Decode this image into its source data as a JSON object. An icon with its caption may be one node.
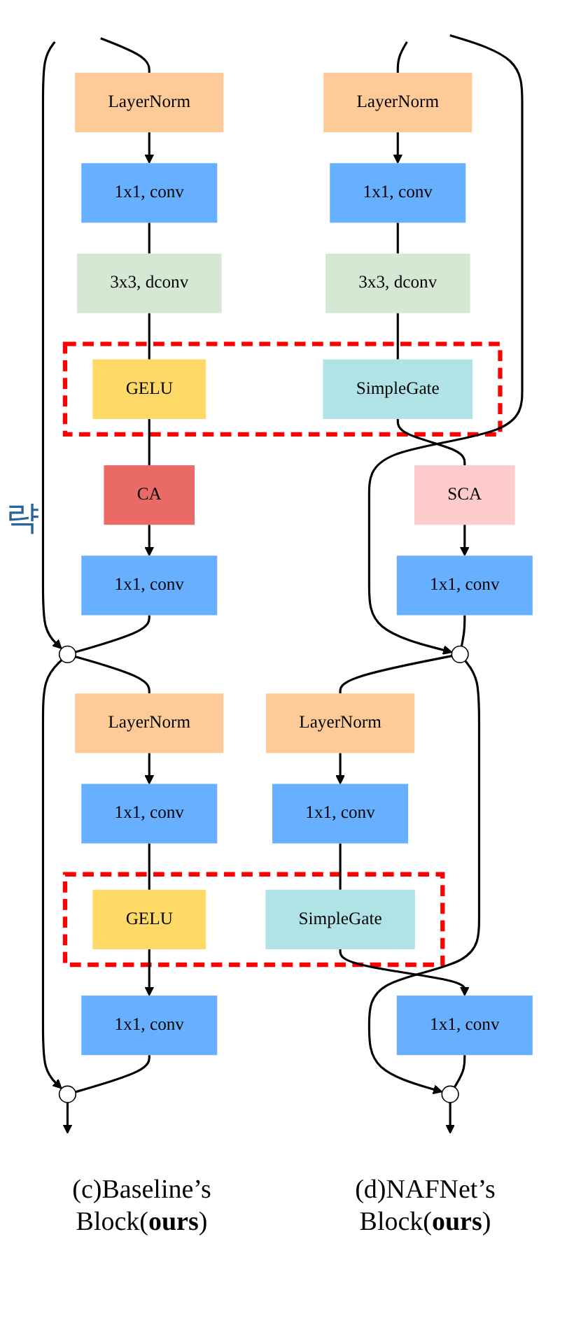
{
  "diagram": {
    "nodes": [
      {
        "text": [
          "LayerNorm"
        ]
      },
      {
        "text": [
          "LayerNorm"
        ]
      },
      {
        "text": [
          "1x1, conv"
        ]
      },
      {
        "text": [
          "1x1, conv"
        ]
      },
      {
        "text": [
          "3x3, dconv"
        ]
      },
      {
        "text": [
          "3x3, dconv"
        ]
      },
      {
        "text": [],
        "shape": "box"
      },
      {
        "text": [
          "GELU"
        ],
        "in": 6
      },
      {
        "text": [
          "SimpleGate"
        ],
        "in": 6
      },
      {
        "text": [
          "CA"
        ]
      },
      {
        "text": [
          "SCA"
        ]
      },
      {
        "text": [
          "1x1, conv"
        ]
      },
      {
        "text": [
          "1x1, conv"
        ]
      },
      {
        "text": [],
        "shape": "circle"
      },
      {
        "text": [],
        "shape": "circle"
      },
      {
        "text": [
          "LayerNorm"
        ]
      },
      {
        "text": [
          "LayerNorm"
        ]
      },
      {
        "text": [
          "1x1, conv"
        ]
      },
      {
        "text": [
          "1x1, conv"
        ]
      },
      {
        "text": [],
        "shape": "box"
      },
      {
        "text": [
          "GELU"
        ],
        "in": 19
      },
      {
        "text": [
          "SimpleGate"
        ],
        "in": 19
      },
      {
        "text": [
          "1x1, conv"
        ]
      },
      {
        "text": [
          "1x1, conv"
        ]
      },
      {
        "text": [],
        "shape": "circle"
      },
      {
        "text": [],
        "shape": "circle"
      }
    ],
    "edges": [
      {
        "from": null,
        "to": 0,
        "arrow": "none"
      },
      {
        "from": null,
        "to": 13,
        "arrow": "to"
      },
      {
        "from": 0,
        "to": 2,
        "arrow": "to"
      },
      {
        "from": 2,
        "to": 4,
        "arrow": "none"
      },
      {
        "from": 4,
        "to": 7,
        "arrow": "none"
      },
      {
        "from": 7,
        "to": 9,
        "arrow": "none"
      },
      {
        "from": 9,
        "to": 11,
        "arrow": "to"
      },
      {
        "from": 11,
        "to": 13,
        "arrow": "none"
      },
      {
        "from": null,
        "to": 1,
        "arrow": "none"
      },
      {
        "from": null,
        "to": 14,
        "arrow": "to"
      },
      {
        "from": 1,
        "to": 3,
        "arrow": "to"
      },
      {
        "from": 3,
        "to": 5,
        "arrow": "none"
      },
      {
        "from": 5,
        "to": 8,
        "arrow": "none"
      },
      {
        "from": 8,
        "to": 10,
        "arrow": "none"
      },
      {
        "from": 10,
        "to": 12,
        "arrow": "to"
      },
      {
        "from": 12,
        "to": 14,
        "arrow": "none"
      },
      {
        "from": 13,
        "to": 15,
        "arrow": "none"
      },
      {
        "from": 13,
        "to": 24,
        "arrow": "to"
      },
      {
        "from": 15,
        "to": 17,
        "arrow": "to"
      },
      {
        "from": 17,
        "to": 20,
        "arrow": "none"
      },
      {
        "from": 20,
        "to": 22,
        "arrow": "to"
      },
      {
        "from": 22,
        "to": 24,
        "arrow": "none"
      },
      {
        "from": 24,
        "to": null,
        "arrow": "to"
      },
      {
        "from": 14,
        "to": 16,
        "arrow": "none"
      },
      {
        "from": 14,
        "to": 25,
        "arrow": "to"
      },
      {
        "from": 16,
        "to": 18,
        "arrow": "to"
      },
      {
        "from": 18,
        "to": 21,
        "arrow": "none"
      },
      {
        "from": 21,
        "to": 23,
        "arrow": "to"
      },
      {
        "from": 23,
        "to": 25,
        "arrow": "none"
      },
      {
        "from": 25,
        "to": null,
        "arrow": "to"
      }
    ],
    "labels": [
      "략",
      "(c)Baseline’s Block(**ours**)",
      "(d)NAFNet’s Block(**ours**)"
    ]
  }
}
